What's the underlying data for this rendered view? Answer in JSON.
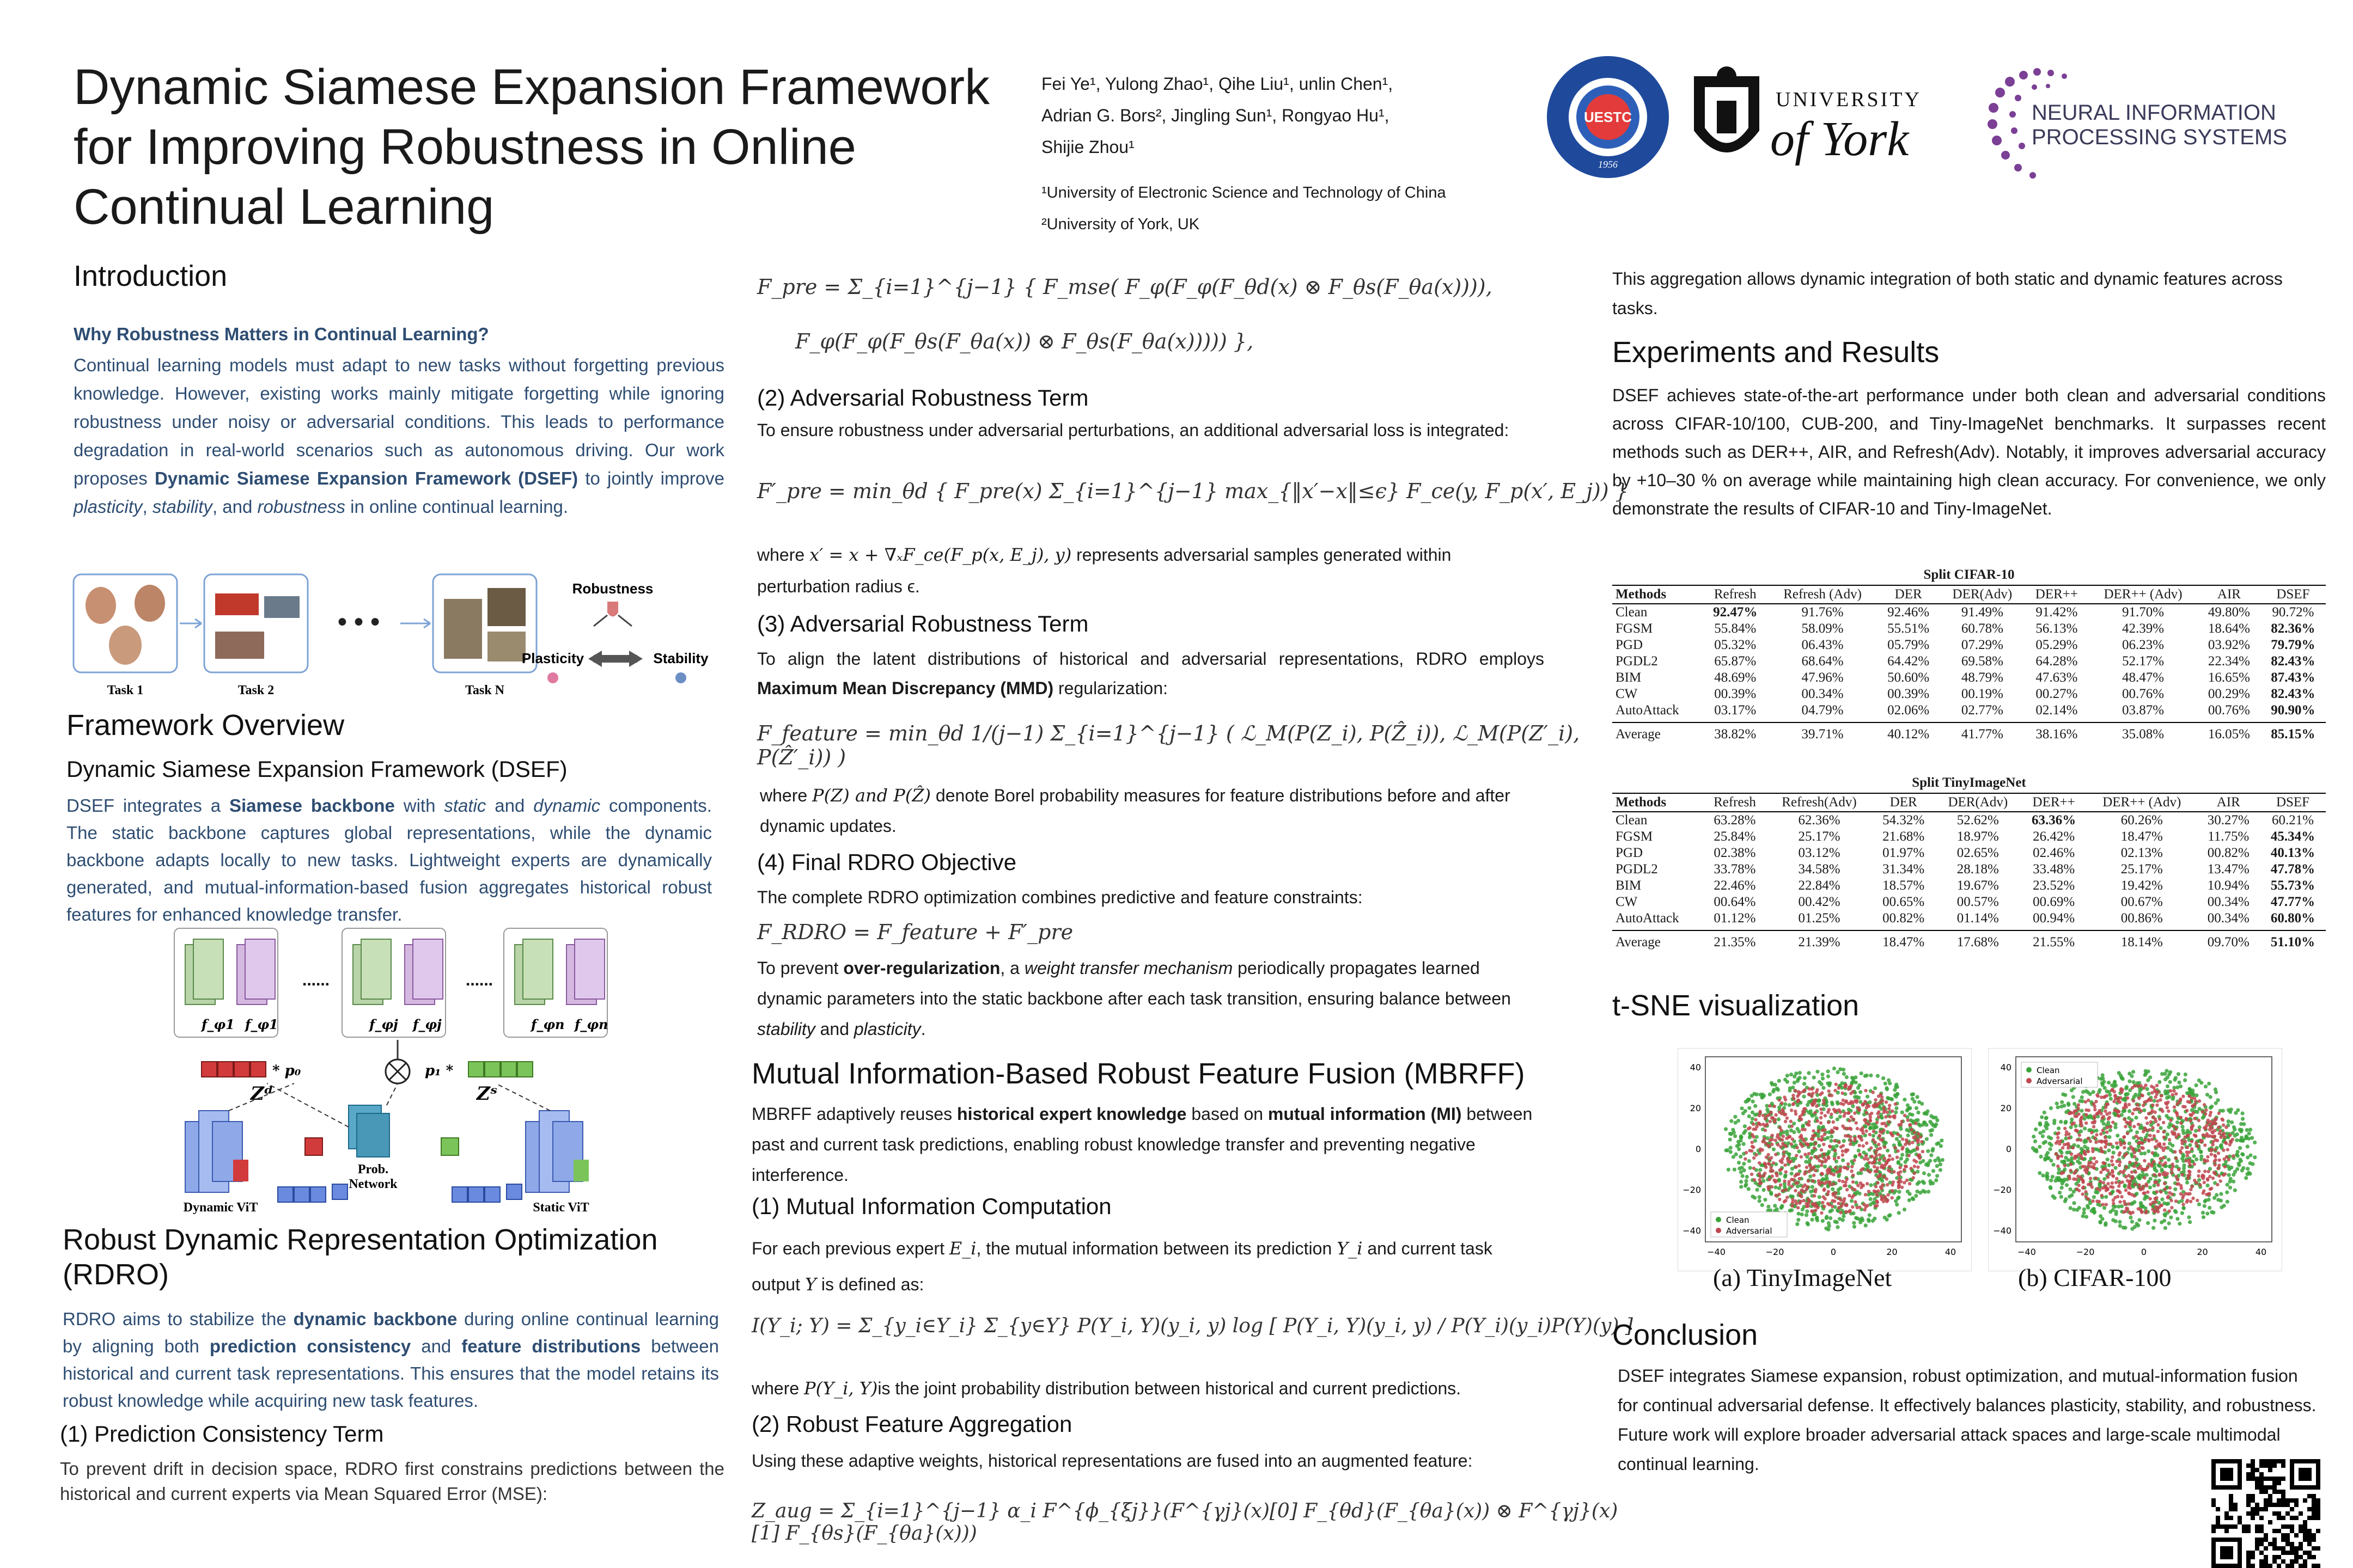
{
  "header": {
    "title_line1": "Dynamic Siamese Expansion Framework",
    "title_line2": "for Improving Robustness in Online",
    "title_line3": "Continual Learning",
    "authors_line1": "Fei Ye¹, Yulong Zhao¹, Qihe Liu¹, unlin Chen¹,",
    "authors_line2": "Adrian G. Bors², Jingling Sun¹, Rongyao Hu¹,",
    "authors_line3": "Shijie Zhou¹",
    "affil1": "¹University of Electronic Science and Technology of China",
    "affil2": "²University of York, UK",
    "logo_uestc_text": "UESTC",
    "logo_uestc_year": "1956",
    "logo_york_line1": "UNIVERSITY",
    "logo_york_line2": "of York",
    "logo_neurips_line1": "NEURAL INFORMATION",
    "logo_neurips_line2": "PROCESSING SYSTEMS"
  },
  "intro": {
    "heading": "Introduction",
    "why_heading": "Why Robustness Matters in Continual Learning?",
    "para_a": "Continual learning models must adapt to new tasks without forgetting previous knowledge. However, existing works mainly mitigate forgetting while ignoring robustness under noisy or adversarial conditions. This leads to performance degradation in real-world scenarios such as autonomous driving. Our work proposes ",
    "para_bold": "Dynamic Siamese Expansion Framework (DSEF)",
    "para_b": " to jointly improve ",
    "para_i1": "plasticity",
    "para_c": ", ",
    "para_i2": "stability",
    "para_d": ", and ",
    "para_i3": "robustness",
    "para_e": " in online continual learning.",
    "fig": {
      "task1": "Task 1",
      "task2": "Task 2",
      "taskN": "Task N",
      "robustness": "Robustness",
      "plasticity": "Plasticity",
      "stability": "Stability"
    }
  },
  "overview": {
    "heading": "Framework Overview",
    "sub": "Dynamic Siamese Expansion Framework (DSEF)",
    "p1": "DSEF integrates a ",
    "p1b": "Siamese backbone",
    "p2": " with ",
    "p2i": "static",
    "p3": " and ",
    "p3i": "dynamic",
    "p4": " components. The static backbone captures global representations, while the dynamic backbone adapts locally to new tasks. Lightweight experts are dynamically generated, and mutual-information-based fusion aggregates historical robust features for enhanced knowledge transfer.",
    "fig": {
      "dynamic_vit": "Dynamic ViT",
      "static_vit": "Static ViT",
      "prob_network_1": "Prob.",
      "prob_network_2": "Network",
      "zd": "Zᵈ",
      "zs": "Zˢ",
      "p0": "* p₀",
      "p1": "p₁ *",
      "dots": "......",
      "f1a": "f_φ1",
      "f1b": "f_φ1",
      "fja": "f_φj",
      "fjb": "f_φj",
      "fna": "f_φn",
      "fnb": "f_φn"
    }
  },
  "rdro": {
    "heading_line1": "Robust Dynamic Representation Optimization",
    "heading_line2": "(RDRO)",
    "p1": "RDRO aims to stabilize the ",
    "p1b": "dynamic backbone",
    "p2": " during online continual learning by aligning both ",
    "p2b": "prediction consistency",
    "p3": " and ",
    "p3b": "feature distributions",
    "p4": " between historical and current task representations. This ensures that the model retains its robust knowledge while acquiring new task features.",
    "pc_heading": "(1) Prediction Consistency Term",
    "pc_text": "To prevent drift in decision space, RDRO first constrains predictions between the historical and current experts via Mean Squared Error (MSE):"
  },
  "middle": {
    "fpre_line1": "F_pre = Σ_{i=1}^{j−1} { F_mse( F_φ(F_φ(F_θd(x) ⊗ F_θs(F_θa(x)))),",
    "fpre_line2": "F_φ(F_φ(F_θs(F_θa(x)) ⊗ F_θs(F_θa(x))))) },",
    "adv_heading": "(2) Adversarial Robustness Term",
    "adv_text": "To ensure robustness under adversarial perturbations, an additional adversarial loss is integrated:",
    "adv_eq": "F′_pre = min_θd { F_pre(x) Σ_{i=1}^{j−1} max_{‖x′−x‖≤ϵ} F_ce(y, F_p(x′, E_j)) }",
    "where1_a": "where ",
    "where1_eq": "x′ = x + ∇ₓF_ce(F_p(x, E_j), y)",
    "where1_b": " represents adversarial samples generated within",
    "where1_c": "perturbation radius ϵ.",
    "adv3_heading": "(3) Adversarial Robustness Term",
    "adv3_p1": "To align the latent distributions of historical and adversarial representations, RDRO employs ",
    "adv3_b": "Maximum Mean Discrepancy (MMD)",
    "adv3_p2": " regularization:",
    "ffeat_eq": "F_feature = min_θd 1/(j−1) Σ_{i=1}^{j−1} ( ℒ_M(P(Z_i), P(Ẑ_i)), ℒ_M(P(Z′_i), P(Ẑ′_i)) )",
    "where2_a": "where ",
    "where2_eq": "P(Z) and P(Ẑ)",
    "where2_b": " denote Borel probability measures for feature distributions before and after dynamic updates.",
    "final_heading": "(4) Final RDRO Objective",
    "final_text": "The complete RDRO optimization combines predictive and feature constraints:",
    "final_eq": "F_RDRO = F_feature + F′_pre",
    "reg_p1": "To prevent ",
    "reg_b": "over-regularization",
    "reg_p2": ", a ",
    "reg_i": "weight transfer mechanism",
    "reg_p3": " periodically propagates learned dynamic parameters into the static backbone after each task transition, ensuring balance between ",
    "reg_i2": "stability",
    "reg_p4": " and ",
    "reg_i3": "plasticity",
    "reg_p5": ".",
    "mbrff_heading": "Mutual Information-Based Robust Feature Fusion (MBRFF)",
    "mbrff_p1": "MBRFF adaptively reuses ",
    "mbrff_b1": "historical expert knowledge",
    "mbrff_p2": " based on ",
    "mbrff_b2": "mutual information (MI)",
    "mbrff_p3": " between past and current task predictions, enabling robust knowledge transfer and preventing negative interference.",
    "mi_heading": "(1) Mutual Information Computation",
    "mi_text_a": "For each previous expert ",
    "mi_ei": "E_i",
    "mi_text_b": ", the mutual information between its prediction ",
    "mi_yi": "Y_i",
    "mi_text_c": " and current task",
    "mi_text_d": "output ",
    "mi_y": "Y",
    "mi_text_e": " is defined as:",
    "mi_eq": "I(Y_i; Y) = Σ_{y_i∈Y_i} Σ_{y∈Y} P(Y_i, Y)(y_i, y) log [ P(Y_i, Y)(y_i, y) / P(Y_i)(y_i)P(Y)(y) ]",
    "mi_where_a": "where ",
    "mi_where_eq": "P(Y_i, Y)",
    "mi_where_b": "is the joint probability distribution between historical and current predictions.",
    "agg_heading": "(2) Robust Feature Aggregation",
    "agg_text": "Using these adaptive weights, historical representations are fused into an augmented feature:",
    "agg_eq": "Z_aug = Σ_{i=1}^{j−1} α_i F^{ϕ_{ξj}}(F^{γj}(x)[0] F_{θd}(F_{θa}(x)) ⊗ F^{γj}(x)[1] F_{θs}(F_{θa}(x)))"
  },
  "right": {
    "agg_cont": "This aggregation allows dynamic integration of both static and dynamic features across tasks.",
    "exp_heading": "Experiments and Results",
    "exp_text": "DSEF achieves state-of-the-art performance under both clean and adversarial conditions across CIFAR-10/100, CUB-200, and Tiny-ImageNet benchmarks. It surpasses recent methods such as DER++, AIR, and Refresh(Adv). Notably, it improves adversarial accuracy by +10–30 % on average while maintaining high clean accuracy. For convenience, we only demonstrate the results of CIFAR-10 and Tiny-ImageNet.",
    "tsne_heading": "t-SNE visualization",
    "tsne_cap_a": "(a) TinyImageNet",
    "tsne_cap_b": "(b) CIFAR-100",
    "tsne_legend_clean": "Clean",
    "tsne_legend_adv": "Adversarial",
    "tsne_ticks_x": [
      "−40",
      "−20",
      "0",
      "20",
      "40"
    ],
    "tsne_ticks_y": [
      "40",
      "20",
      "0",
      "−20",
      "−40"
    ],
    "concl_heading": "Conclusion",
    "concl_text": "DSEF integrates Siamese expansion, robust optimization, and mutual-information fusion for continual adversarial defense. It effectively balances plasticity, stability, and robustness. Future work will explore broader adversarial attack spaces and large-scale multimodal continual learning."
  },
  "table1": {
    "caption": "Split CIFAR-10",
    "headers": [
      "Methods",
      "Refresh",
      "Refresh (Adv)",
      "DER",
      "DER(Adv)",
      "DER++",
      "DER++ (Adv)",
      "AIR",
      "DSEF"
    ],
    "rows": [
      [
        "Clean",
        "92.47%",
        "91.76%",
        "92.46%",
        "91.49%",
        "91.42%",
        "91.70%",
        "49.80%",
        "90.72%"
      ],
      [
        "FGSM",
        "55.84%",
        "58.09%",
        "55.51%",
        "60.78%",
        "56.13%",
        "42.39%",
        "18.64%",
        "82.36%"
      ],
      [
        "PGD",
        "05.32%",
        "06.43%",
        "05.79%",
        "07.29%",
        "05.29%",
        "06.23%",
        "03.92%",
        "79.79%"
      ],
      [
        "PGDL2",
        "65.87%",
        "68.64%",
        "64.42%",
        "69.58%",
        "64.28%",
        "52.17%",
        "22.34%",
        "82.43%"
      ],
      [
        "BIM",
        "48.69%",
        "47.96%",
        "50.60%",
        "48.79%",
        "47.63%",
        "48.47%",
        "16.65%",
        "87.43%"
      ],
      [
        "CW",
        "00.39%",
        "00.34%",
        "00.39%",
        "00.19%",
        "00.27%",
        "00.76%",
        "00.29%",
        "82.43%"
      ],
      [
        "AutoAttack",
        "03.17%",
        "04.79%",
        "02.06%",
        "02.77%",
        "02.14%",
        "03.87%",
        "00.76%",
        "90.90%"
      ]
    ],
    "average": [
      "Average",
      "38.82%",
      "39.71%",
      "40.12%",
      "41.77%",
      "38.16%",
      "35.08%",
      "16.05%",
      "85.15%"
    ]
  },
  "table2": {
    "caption": "Split TinyImageNet",
    "headers": [
      "Methods",
      "Refresh",
      "Refresh(Adv)",
      "DER",
      "DER(Adv)",
      "DER++",
      "DER++ (Adv)",
      "AIR",
      "DSEF"
    ],
    "rows": [
      [
        "Clean",
        "63.28%",
        "62.36%",
        "54.32%",
        "52.62%",
        "63.36%",
        "60.26%",
        "30.27%",
        "60.21%"
      ],
      [
        "FGSM",
        "25.84%",
        "25.17%",
        "21.68%",
        "18.97%",
        "26.42%",
        "18.47%",
        "11.75%",
        "45.34%"
      ],
      [
        "PGD",
        "02.38%",
        "03.12%",
        "01.97%",
        "02.65%",
        "02.46%",
        "02.13%",
        "00.82%",
        "40.13%"
      ],
      [
        "PGDL2",
        "33.78%",
        "34.58%",
        "31.34%",
        "28.18%",
        "33.48%",
        "25.17%",
        "13.47%",
        "47.78%"
      ],
      [
        "BIM",
        "22.46%",
        "22.84%",
        "18.57%",
        "19.67%",
        "23.52%",
        "19.42%",
        "10.94%",
        "55.73%"
      ],
      [
        "CW",
        "00.64%",
        "00.42%",
        "00.65%",
        "00.57%",
        "00.69%",
        "00.67%",
        "00.34%",
        "47.77%"
      ],
      [
        "AutoAttack",
        "01.12%",
        "01.25%",
        "00.82%",
        "01.14%",
        "00.94%",
        "00.86%",
        "00.34%",
        "60.80%"
      ]
    ],
    "average": [
      "Average",
      "21.35%",
      "21.39%",
      "18.47%",
      "17.68%",
      "21.55%",
      "18.14%",
      "09.70%",
      "51.10%"
    ]
  },
  "colors": {
    "accent_blue": "#2e4d72",
    "tsne_clean": "#3aa33a",
    "tsne_adv": "#c0464f"
  }
}
